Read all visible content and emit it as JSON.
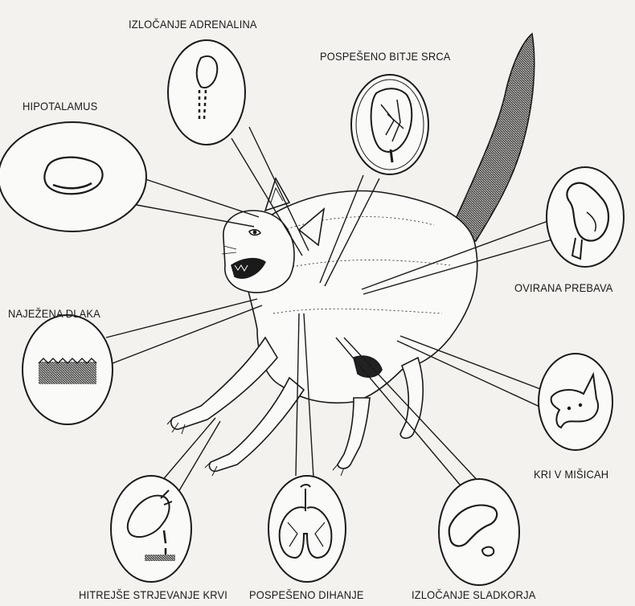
{
  "labels": {
    "hypothalamus": "HIPOTALAMUS",
    "adrenaline": "IZLOČANJE ADRENALINA",
    "heartbeat": "POSPEŠENO BITJE SRCA",
    "digestion": "OVIRANA PREBAVA",
    "hair": "NAJEŽENA DLAKA",
    "muscles": "KRI V MIŠICAH",
    "clotting": "HITREJŠE STRJEVANJE KRVI",
    "breathing": "POSPEŠENO DIHANJE",
    "sugar": "IZLOČANJE SLADKORJA"
  },
  "colors": {
    "background": "#f4f2ee",
    "ink": "#1a1a1a"
  }
}
